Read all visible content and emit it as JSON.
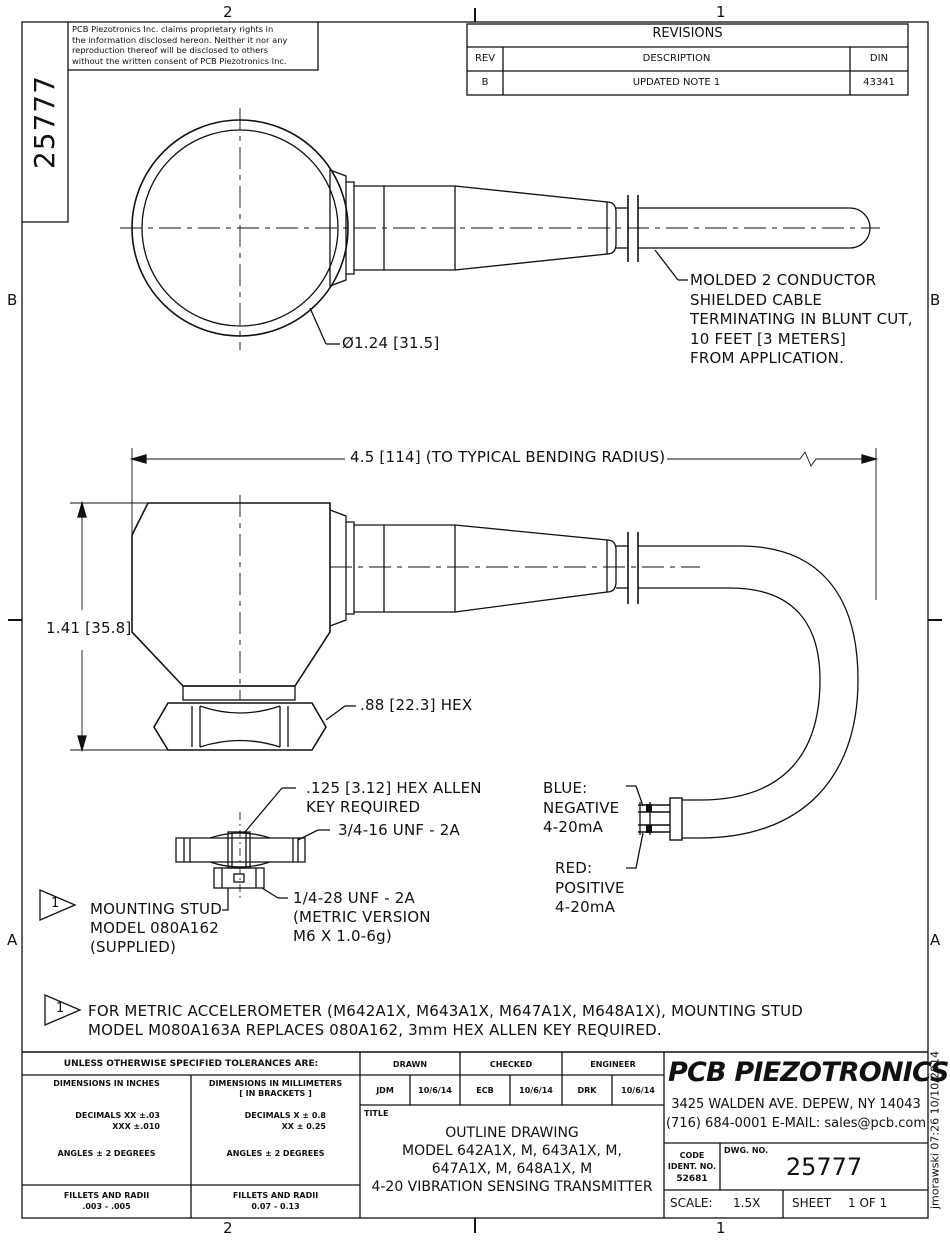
{
  "zones": {
    "top": [
      "2",
      "1"
    ],
    "bottom": [
      "2",
      "1"
    ],
    "left": [
      "B",
      "A"
    ],
    "right": [
      "B",
      "A"
    ]
  },
  "dwg_side_number": "25777",
  "proprietary": [
    "PCB Piezotronics Inc. claims proprietary rights in",
    "the information disclosed hereon.  Neither it nor any",
    "reproduction thereof will be disclosed to others",
    "without the written consent of PCB Piezotronics Inc."
  ],
  "revisions": {
    "title": "REVISIONS",
    "headers": {
      "rev": "REV",
      "description": "DESCRIPTION",
      "din": "DIN"
    },
    "row": {
      "rev": "B",
      "description": "UPDATED NOTE 1",
      "din": "43341"
    }
  },
  "callouts": {
    "cable": [
      "MOLDED 2 CONDUCTOR",
      "SHIELDED CABLE",
      "TERMINATING IN BLUNT CUT,",
      "10 FEET [3 METERS]",
      "FROM APPLICATION."
    ],
    "diameter": "Ø1.24 [31.5]",
    "length": "4.5 [114] (TO TYPICAL BENDING RADIUS)",
    "height": "1.41 [35.8]",
    "hex": ".88 [22.3] HEX",
    "allen": [
      ".125 [3.12] HEX ALLEN",
      "KEY REQUIRED"
    ],
    "thread_large": "3/4-16 UNF - 2A",
    "thread_small": [
      "1/4-28 UNF - 2A",
      "(METRIC VERSION",
      "M6 X 1.0-6g)"
    ],
    "stud": [
      "MOUNTING STUD",
      "MODEL 080A162",
      "(SUPPLIED)"
    ],
    "blue": [
      "BLUE:",
      "NEGATIVE",
      "4-20mA"
    ],
    "red": [
      "RED:",
      "POSITIVE",
      "4-20mA"
    ]
  },
  "note_flag": "1",
  "note": [
    "FOR METRIC ACCELEROMETER (M642A1X, M643A1X, M647A1X, M648A1X), MOUNTING STUD",
    "MODEL M080A163A REPLACES 080A162, 3mm HEX ALLEN KEY REQUIRED."
  ],
  "title_block": {
    "tol_title": "UNLESS OTHERWISE SPECIFIED TOLERANCES ARE:",
    "inch_head": "DIMENSIONS  IN INCHES",
    "mm_head": [
      "DIMENSIONS IN MILLIMETERS",
      "[ IN BRACKETS ]"
    ],
    "inch_dec": [
      "DECIMALS    XX  ±.03",
      "XXX  ±.010"
    ],
    "mm_dec": [
      "DECIMALS    X  ± 0.8",
      "XX  ± 0.25"
    ],
    "inch_ang": "ANGLES  ± 2 DEGREES",
    "mm_ang": "ANGLES  ± 2 DEGREES",
    "inch_fillet": [
      "FILLETS AND RADII",
      ".003 - .005"
    ],
    "mm_fillet": [
      "FILLETS AND RADII",
      "0.07 - 0.13"
    ],
    "drawn_h": "DRAWN",
    "checked_h": "CHECKED",
    "engineer_h": "ENGINEER",
    "drawn": "JDM",
    "drawn_date": "10/6/14",
    "checked": "ECB",
    "checked_date": "10/6/14",
    "engineer": "DRK",
    "engineer_date": "10/6/14",
    "title_h": "TITLE",
    "title": [
      "OUTLINE DRAWING",
      "MODEL 642A1X, M, 643A1X, M,",
      "647A1X, M, 648A1X, M",
      "4-20 VIBRATION SENSING TRANSMITTER"
    ],
    "company": "PCB PIEZOTRONICS",
    "address": [
      "3425 WALDEN AVE. DEPEW, NY 14043",
      "(716)  684-0001 E-MAIL:  sales@pcb.com"
    ],
    "code_h": [
      "CODE",
      "IDENT. NO."
    ],
    "code": "52681",
    "dwg_h": "DWG. NO.",
    "dwg": "25777",
    "scale_h": "SCALE:",
    "scale": "1.5X",
    "sheet_h": "SHEET",
    "sheet": "1 OF 1"
  },
  "stamp": "jmorawski  07:26  10/10/2014"
}
